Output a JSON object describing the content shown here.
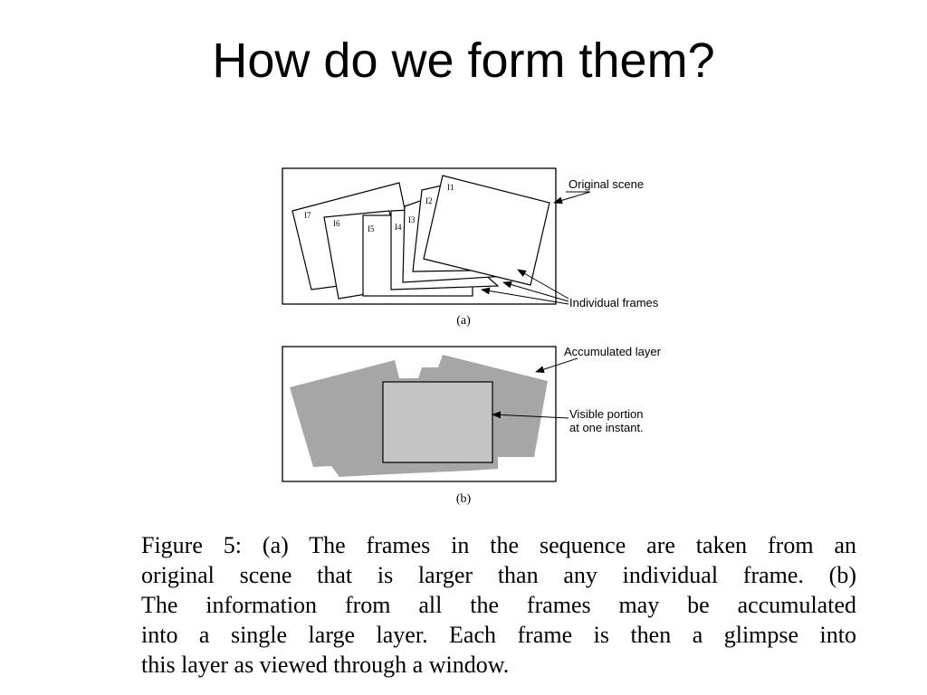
{
  "slide": {
    "title": "How do we form them?"
  },
  "figure": {
    "panel_a": {
      "label": "(a)",
      "frames": [
        "I1",
        "I2",
        "I3",
        "I4",
        "I5",
        "I6",
        "I7"
      ],
      "annotation_original": "Original scene",
      "annotation_frames": "Individual frames"
    },
    "panel_b": {
      "label": "(b)",
      "annotation_layer": "Accumulated layer",
      "annotation_visible_line1": "Visible portion",
      "annotation_visible_line2": "at one instant."
    },
    "colors": {
      "layer_fill": "#a6a6a6",
      "window_fill": "#c4c4c4",
      "stroke": "#000000"
    }
  },
  "caption": {
    "lines": [
      "Figure 5: (a) The frames in the sequence are taken from an",
      "original scene that is larger than any individual frame. (b)",
      "The information from all the frames may be accumulated",
      "into a single large layer. Each frame is then a glimpse into",
      "this layer as viewed through a window."
    ]
  }
}
